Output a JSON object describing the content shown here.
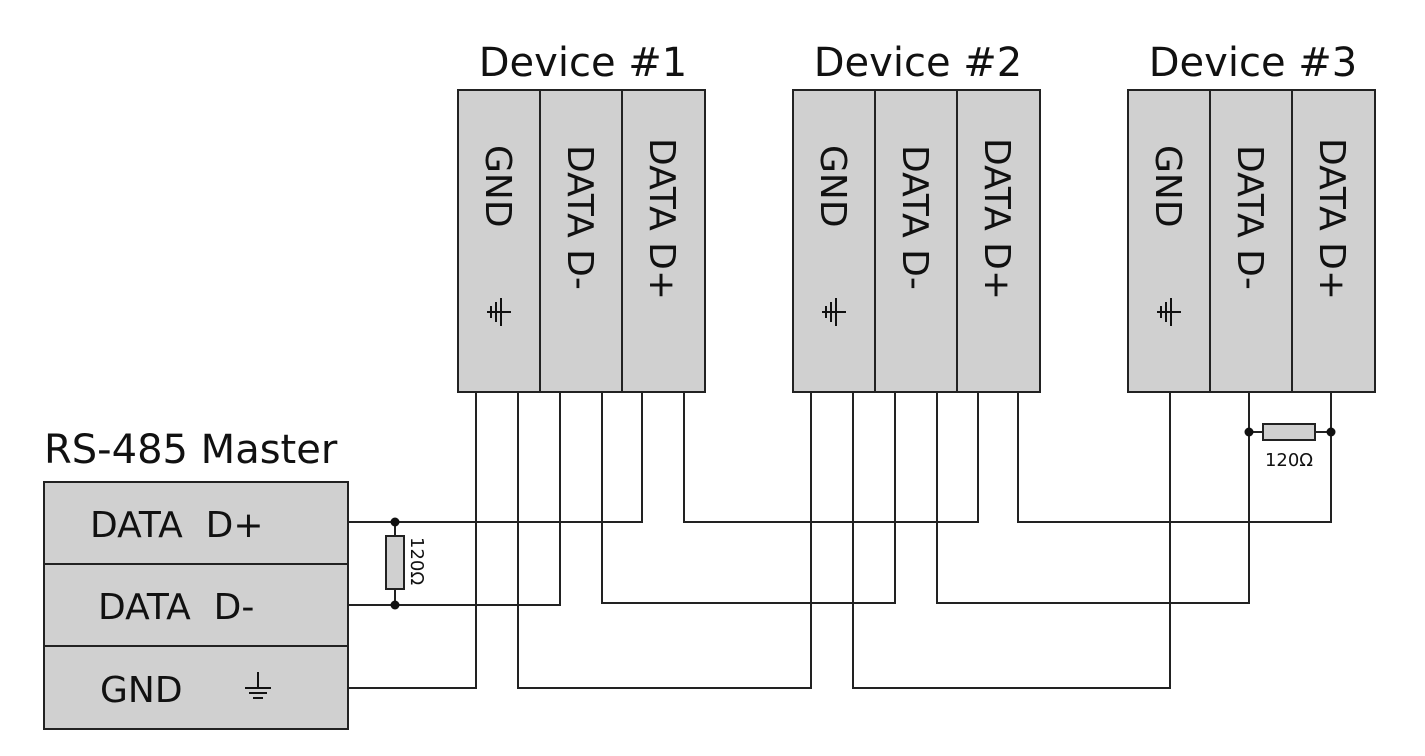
{
  "master": {
    "title": "RS-485 Master",
    "terminals": [
      "DATA  D+",
      "DATA  D-",
      "GND"
    ]
  },
  "devices": [
    {
      "title": "Device #1",
      "terminals": [
        "GND",
        "DATA  D-",
        "DATA  D+"
      ]
    },
    {
      "title": "Device #2",
      "terminals": [
        "GND",
        "DATA  D-",
        "DATA  D+"
      ]
    },
    {
      "title": "Device #3",
      "terminals": [
        "GND",
        "DATA  D-",
        "DATA  D+"
      ]
    }
  ],
  "resistors": {
    "master_termination": "120Ω",
    "device3_termination": "120Ω"
  },
  "icons": {
    "ground": "ground-icon"
  }
}
